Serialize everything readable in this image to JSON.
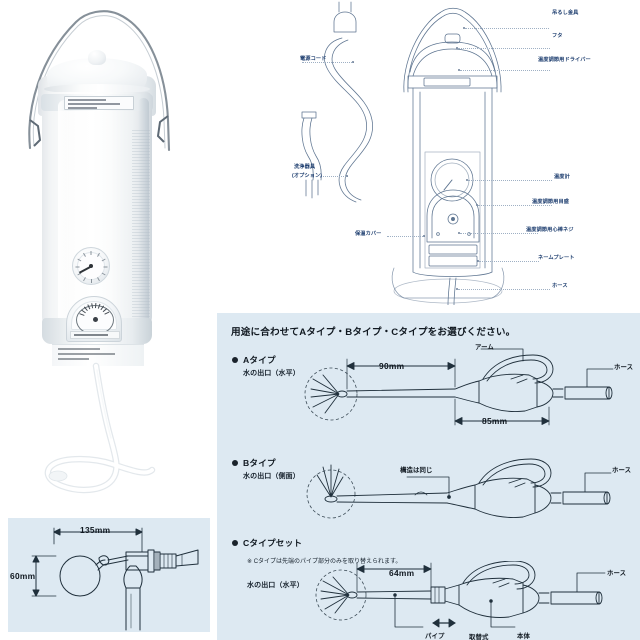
{
  "photo": {
    "alt_name": "portable-warm-water-irrigation-bottle",
    "sticker_label": "",
    "nameplate_label": ""
  },
  "line_diagram": {
    "labels": [
      {
        "id": "hanger-fitting",
        "text": "吊るし金具"
      },
      {
        "id": "lid",
        "text": "フタ"
      },
      {
        "id": "temp-adjust-driver",
        "text": "温度調節用ドライバー"
      },
      {
        "id": "power-cord",
        "text": "電源コード"
      },
      {
        "id": "cleaning-tool",
        "text": "洗浄器具"
      },
      {
        "id": "cleaning-tool-opt",
        "text": "(オプション)"
      },
      {
        "id": "insulation-cover",
        "text": "保温カバー"
      },
      {
        "id": "thermometer",
        "text": "温度計"
      },
      {
        "id": "temp-adjust-gauge",
        "text": "温度調節用目盛"
      },
      {
        "id": "temp-adjust-screw",
        "text": "温度調節用心棒ネジ"
      },
      {
        "id": "name-plate",
        "text": "ネームプレート"
      },
      {
        "id": "hose",
        "text": "ホース"
      }
    ]
  },
  "panel_left": {
    "name": "float-valve-dimensions",
    "width_dim": "135mm",
    "height_dim": "60mm"
  },
  "panel_right": {
    "title": "用途に合わせてAタイプ・Bタイプ・Cタイプをお選びください。",
    "types": [
      {
        "id": "type-a",
        "heading": "Aタイプ",
        "subtitle": "水の出口（水平）",
        "note": "",
        "dims": [
          "90mm",
          "85mm"
        ],
        "part_labels": [
          "アーム",
          "ホース"
        ]
      },
      {
        "id": "type-b",
        "heading": "Bタイプ",
        "subtitle": "水の出口（側面）",
        "note": "",
        "dims": [],
        "part_labels": [
          "構造は同じ",
          "ホース"
        ]
      },
      {
        "id": "type-c",
        "heading": "Cタイプセット",
        "subtitle": "水の出口（水平）",
        "note": "※ Cタイプは先端のパイプ部分のみを取り替えられます。",
        "dims": [
          "64mm"
        ],
        "part_labels": [
          "パイプ",
          "取替式",
          "本体",
          "ホース"
        ]
      }
    ]
  },
  "colors": {
    "panel_background": "#dde9f2",
    "label_blue": "#1f3f70",
    "ink": "#101820",
    "page_background": "#ffffff"
  }
}
